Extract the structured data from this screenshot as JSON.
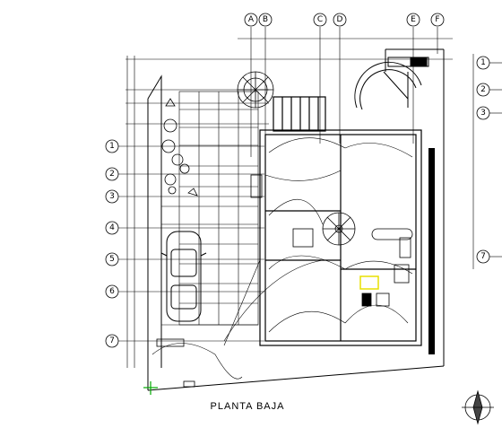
{
  "title": "PLANTA BAJA",
  "axes_top": [
    "A",
    "B",
    "C",
    "D",
    "E",
    "F"
  ],
  "axes_left": [
    "1",
    "2",
    "3",
    "4",
    "5",
    "6",
    "7"
  ],
  "axes_right": [
    "1",
    "2",
    "3",
    "7"
  ],
  "colors": {
    "line": "#000000",
    "marker_green": "#00aa00",
    "highlight_yellow": "#e8e000"
  },
  "icons": [
    "north-arrow-icon",
    "tree-icon",
    "car-icon",
    "spiral-stair-icon"
  ]
}
